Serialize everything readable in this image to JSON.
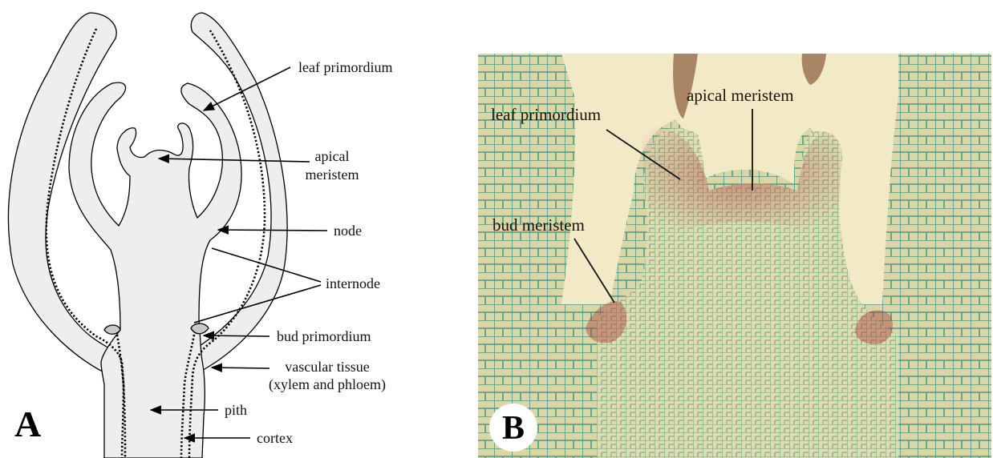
{
  "panel_a": {
    "letter": "A",
    "labels": {
      "leaf_primordium": "leaf primordium",
      "apical_meristem_line1": "apical",
      "apical_meristem_line2": "meristem",
      "node": "node",
      "internode": "internode",
      "bud_primordium": "bud primordium",
      "vascular_tissue_line1": "vascular tissue",
      "vascular_tissue_line2": "(xylem and phloem)",
      "pith": "pith",
      "cortex": "cortex"
    }
  },
  "panel_b": {
    "letter": "B",
    "labels": {
      "leaf_primordium": "leaf primordium",
      "apical_meristem": "apical meristem",
      "bud_meristem": "bud meristem"
    },
    "colors": {
      "background": "#d9d4a4",
      "cell_wall": "#4e9a84",
      "stained_tissue": "#a8433c",
      "cavity": "#f2e9c6"
    }
  }
}
